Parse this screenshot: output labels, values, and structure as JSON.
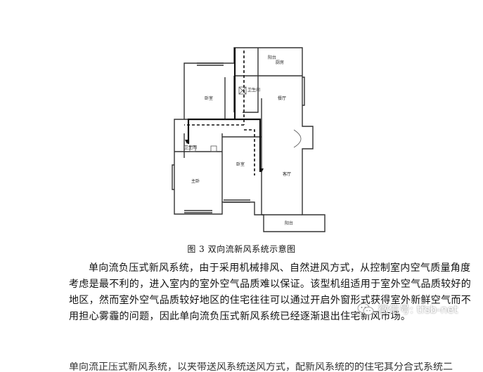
{
  "floorplan": {
    "rooms": {
      "balcony_top": "阳台",
      "kitchen": "厨房",
      "bedroom_left": "卧室",
      "bathroom_right": "卫生间",
      "dining": "餐厅",
      "bathroom_left": "卫生间",
      "bedroom_middle": "卧室",
      "master_bedroom": "主卧",
      "living_room": "客厅",
      "balcony_bottom": "阳台"
    }
  },
  "caption": "图 3  双向流新风系统示意图",
  "paragraph": {
    "lines": [
      "单向流负压式新风系统，由于采用机械排风、自然进风方式，从控制室内空气质量角度",
      "考虑是最不利的，进入室内的室外空气品质难以保证。该型机组适用于室外空气品质较好的",
      "地区，然而室外空气品质较好地区的住宅往往可以通过开启外窗形式获得室外新鲜空气而不",
      "用担心雾霾的问题，因此单向流负压式新风系统已经逐渐退出住宅新风市场。"
    ],
    "cut_line": "单向流正压式新风系统，以夹带送风系统送风方式，配新风系统的的住宅其分合式系统二"
  },
  "watermark": {
    "icon": "wechat-icon",
    "text": "微信号: tfsb-net"
  }
}
